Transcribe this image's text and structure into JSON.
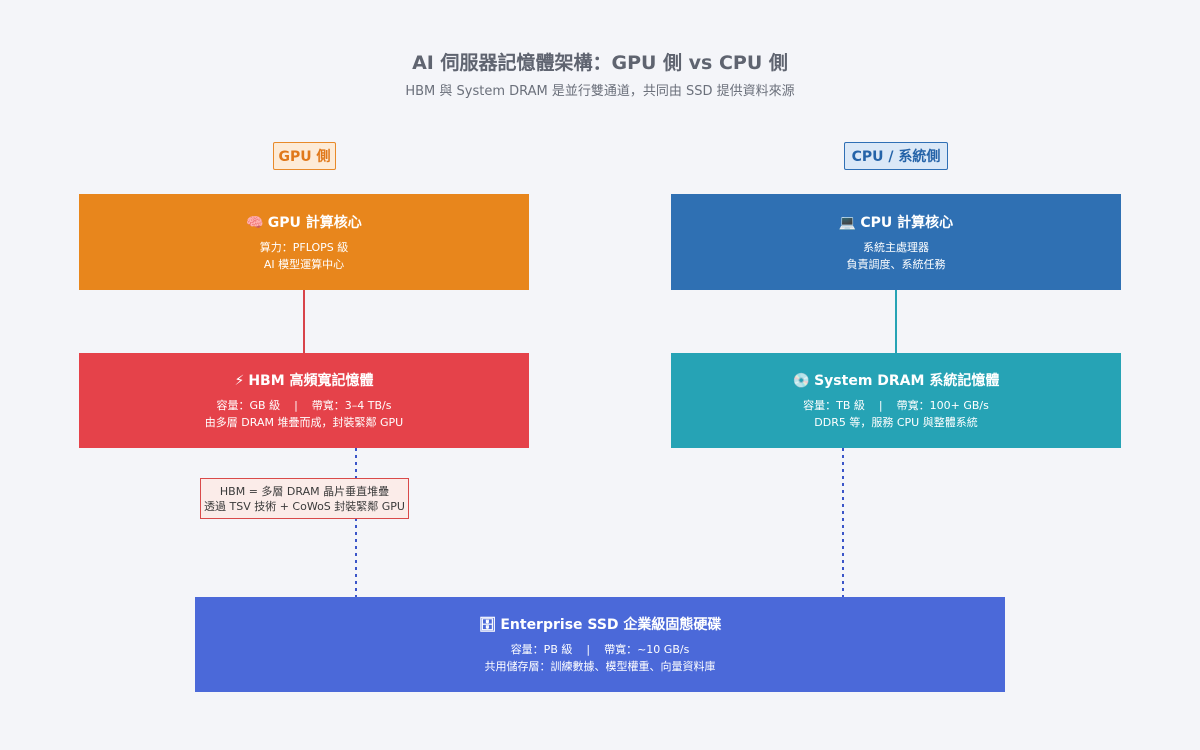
{
  "title": "AI 伺服器記憶體架構：GPU 側 vs CPU 側",
  "subtitle": "HBM 與 System DRAM 是並行雙通道，共同由 SSD 提供資料來源",
  "tags": {
    "gpu": "GPU 側",
    "cpu": "CPU / 系統側"
  },
  "gpu_core": {
    "icon": "brain-icon",
    "icon_glyph": "🧠",
    "title": "GPU 計算核心",
    "line1": "算力：PFLOPS 級",
    "line2": "AI 模型運算中心"
  },
  "cpu_core": {
    "icon": "computer-icon",
    "icon_glyph": "💻",
    "title": "CPU 計算核心",
    "line1": "系統主處理器",
    "line2": "負責調度、系統任務"
  },
  "hbm": {
    "icon": "lightning-icon",
    "icon_glyph": "⚡",
    "title": "HBM 高頻寬記憶體",
    "capacity": "容量：GB 級",
    "sep": "|",
    "bandwidth": "帶寬：3–4 TB/s",
    "line2": "由多層 DRAM 堆疊而成，封裝緊鄰 GPU"
  },
  "dram": {
    "icon": "cd-icon",
    "icon_glyph": "💿",
    "title": "System DRAM 系統記憶體",
    "capacity": "容量：TB 級",
    "sep": "|",
    "bandwidth": "帶寬：100+ GB/s",
    "line2": "DDR5 等，服務 CPU 與整體系統"
  },
  "note": {
    "line1": "HBM = 多層 DRAM 晶片垂直堆疊",
    "line2": "透過 TSV 技術 + CoWoS 封裝緊鄰 GPU"
  },
  "ssd": {
    "icon": "folder-icon",
    "icon_glyph": "🗄",
    "title": "Enterprise SSD 企業級固態硬碟",
    "capacity": "容量：PB 級",
    "sep": "|",
    "bandwidth": "帶寬：~10 GB/s",
    "line2": "共用儲存層：訓練數據、模型權重、向量資料庫"
  },
  "colors": {
    "gpu": "#e8861c",
    "cpu": "#2f70b3",
    "hbm": "#e5424a",
    "dram": "#26a3b5",
    "ssd": "#4b69d9"
  }
}
